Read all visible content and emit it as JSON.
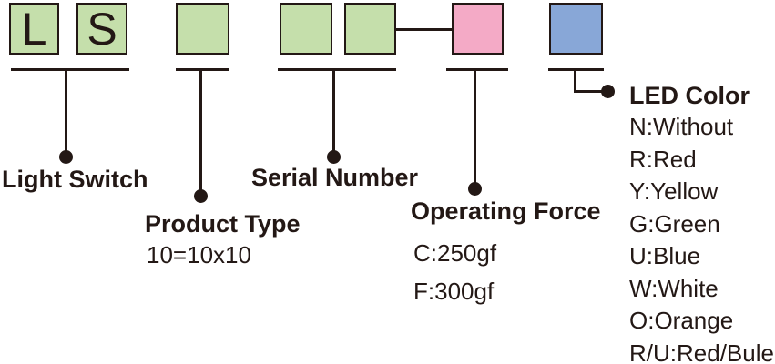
{
  "colors": {
    "box_green": "#c5dfab",
    "box_pink": "#f4aac6",
    "box_blue": "#88a7d7",
    "line_dark": "#231815"
  },
  "part_code": {
    "segments": [
      {
        "label": "Light Switch",
        "boxes": [
          "L",
          "S"
        ],
        "box_color": "#c5dfab",
        "values": []
      },
      {
        "label": "Product Type",
        "boxes": [
          ""
        ],
        "box_color": "#c5dfab",
        "values": [
          "10=10x10"
        ]
      },
      {
        "label": "Serial Number",
        "boxes": [
          "",
          ""
        ],
        "box_color": "#c5dfab",
        "values": []
      },
      {
        "label": "Operating Force",
        "boxes": [
          ""
        ],
        "box_color": "#f4aac6",
        "values": [
          "C:250gf",
          "F:300gf"
        ]
      },
      {
        "label": "LED Color",
        "boxes": [
          ""
        ],
        "box_color": "#88a7d7",
        "values": [
          "N:Without",
          "R:Red",
          "Y:Yellow",
          "G:Green",
          "U:Blue",
          "W:White",
          "O:Orange",
          "R/U:Red/Bule"
        ]
      }
    ]
  }
}
